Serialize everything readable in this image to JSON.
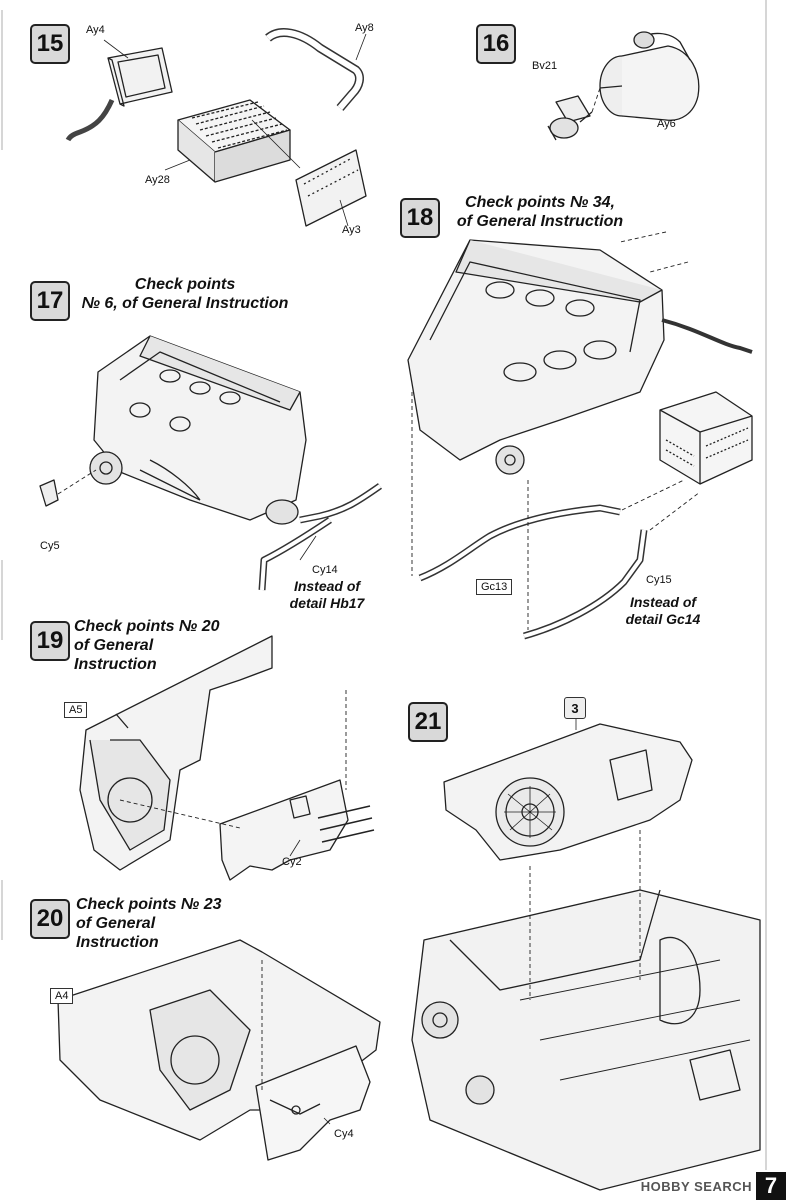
{
  "steps": [
    {
      "number": "15"
    },
    {
      "number": "16"
    },
    {
      "number": "17",
      "note": [
        "Check points",
        "№ 6, of General Instruction"
      ]
    },
    {
      "number": "18",
      "note": [
        "Check points № 34,",
        "of General Instruction"
      ]
    },
    {
      "number": "19",
      "note": [
        "Check points № 20",
        "of General",
        "Instruction"
      ]
    },
    {
      "number": "20",
      "note": [
        "Check points № 23",
        "of General",
        "Instruction"
      ]
    },
    {
      "number": "21"
    }
  ],
  "parts": {
    "ay4": "Ay4",
    "ay8": "Ay8",
    "ay28": "Ay28",
    "ay3": "Ay3",
    "bv21": "Bv21",
    "ay6": "Ay6",
    "cy5": "Cy5",
    "cy14": "Cy14",
    "cy14_note": [
      "Instead of",
      "detail Hb17"
    ],
    "gc13": "Gc13",
    "cy15": "Cy15",
    "cy15_note": [
      "Instead of",
      "detail Gc14"
    ],
    "a5": "A5",
    "cy2": "Cy2",
    "a4": "A4",
    "cy4": "Cy4",
    "ref3": "3"
  },
  "footer": {
    "page_number": "7",
    "watermark": "HOBBY SEARCH"
  }
}
